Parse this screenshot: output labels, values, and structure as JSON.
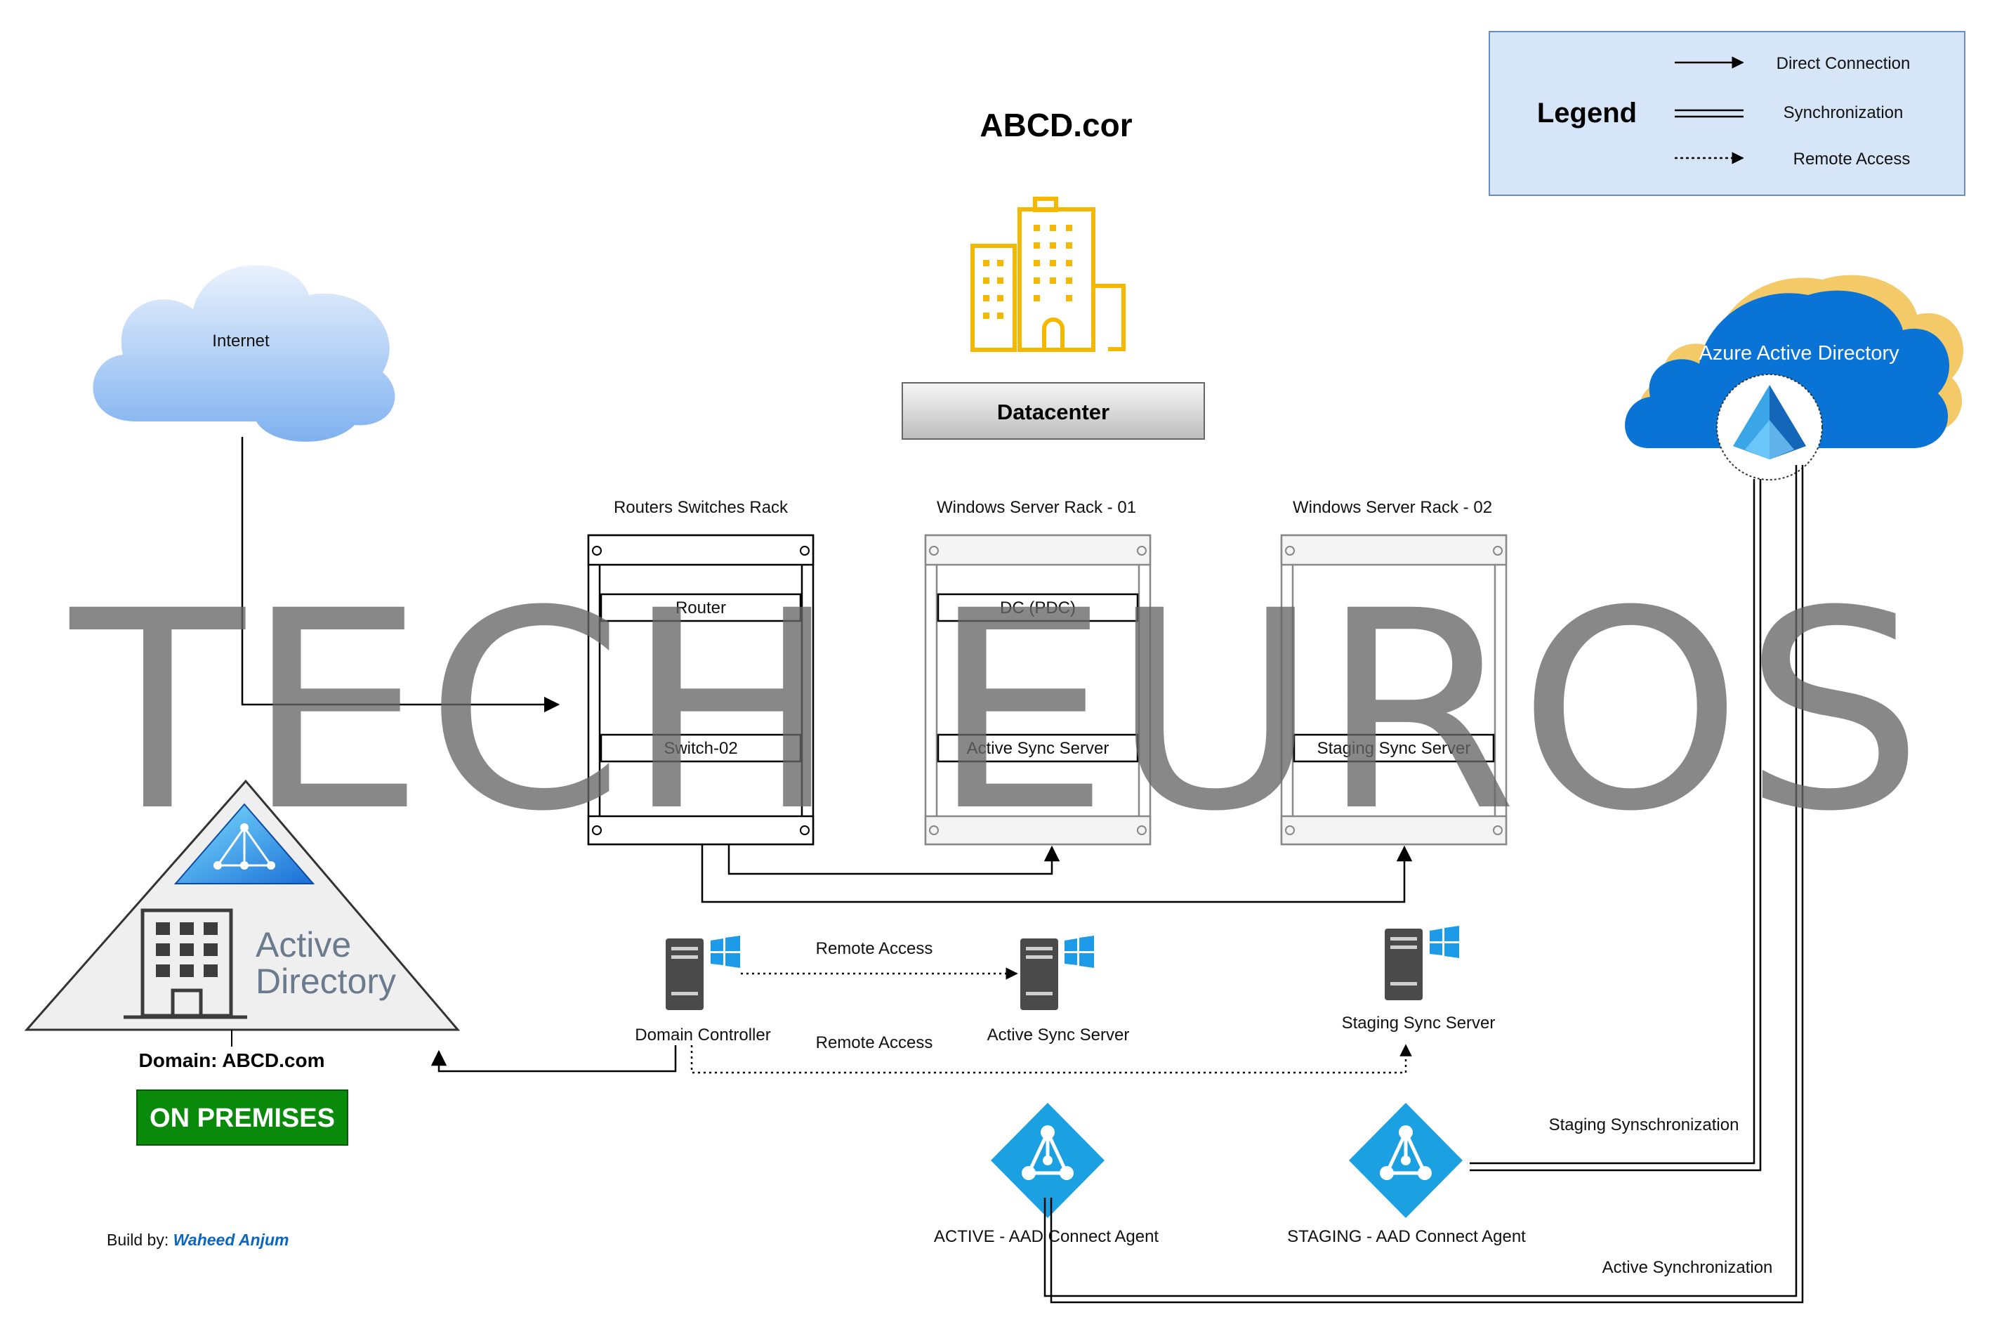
{
  "title": "ABCD.cor",
  "datacenter": {
    "label": "Datacenter",
    "icon": "building-icon"
  },
  "internet": {
    "label": "Internet",
    "icon": "cloud-icon"
  },
  "azure": {
    "label": "Azure Active Directory",
    "icon": "azure-ad-icon"
  },
  "legend": {
    "title": "Legend",
    "items": [
      {
        "label": "Direct Connection",
        "style": "arrow-solid"
      },
      {
        "label": "Synchronization",
        "style": "double-line"
      },
      {
        "label": "Remote Access",
        "style": "arrow-dotted"
      }
    ]
  },
  "racks": [
    {
      "title": "Routers Switches Rack",
      "top_slot": "Router",
      "bottom_slot": "Switch-02"
    },
    {
      "title": "Windows Server Rack - 01",
      "top_slot": "DC (PDC)",
      "bottom_slot": "Active Sync Server"
    },
    {
      "title": "Windows Server Rack - 02",
      "top_slot": "",
      "bottom_slot": "Staging Sync Server"
    }
  ],
  "servers": {
    "domain_controller": "Domain Controller",
    "active_sync": "Active Sync Server",
    "staging_sync": "Staging Sync Server"
  },
  "connections": {
    "remote_access_1": "Remote Access",
    "remote_access_2": "Remote Access",
    "staging_sync": "Staging Synschronization",
    "active_sync": "Active Synchronization"
  },
  "agents": {
    "active": "ACTIVE - AAD Connect Agent",
    "staging": "STAGING - AAD Connect Agent"
  },
  "active_directory": {
    "line1": "Active",
    "line2": "Directory",
    "domain": "Domain: ABCD.com",
    "badge": "ON PREMISES"
  },
  "credit": {
    "prefix": "Build by: ",
    "author": "Waheed Anjum"
  },
  "watermark": "TECH EUROS",
  "colors": {
    "legend_bg": "#d6e6f8",
    "legend_border": "#6c8ebf",
    "datacenter_yellow": "#f5b800",
    "azure_blue": "#0a74d6",
    "agent_blue": "#1ba1e2",
    "badge_green": "#0a8a0a",
    "author_blue": "#0b66c2",
    "windows_blue": "#1e9be8",
    "server_gray": "#4a4a4a"
  }
}
